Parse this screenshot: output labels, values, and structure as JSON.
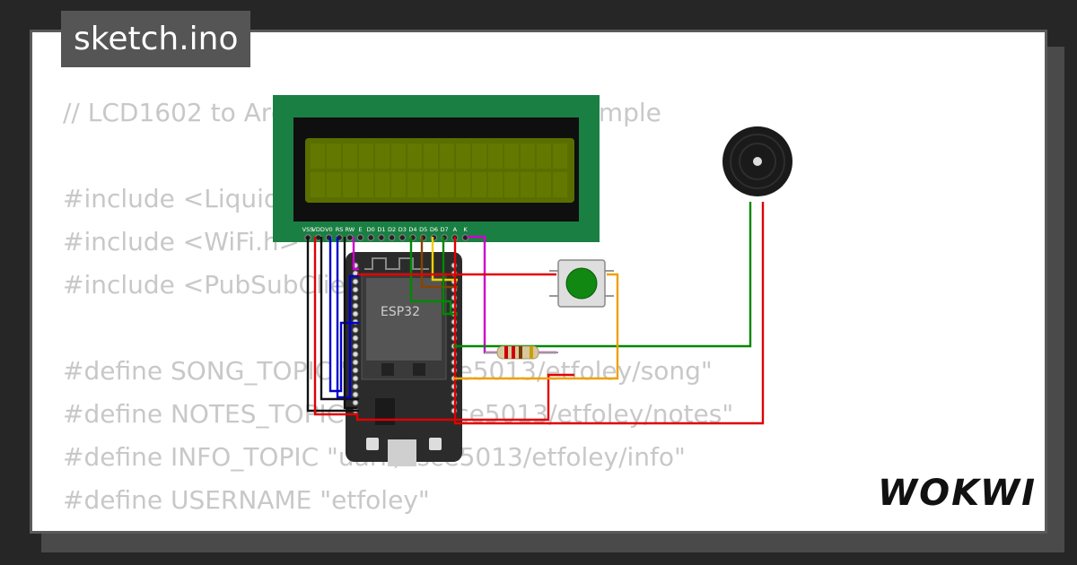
{
  "file_tab": {
    "label": "sketch.ino"
  },
  "code_lines": [
    "// LCD1602 to Arduino Uno connection example",
    "",
    "#include <LiquidCrystal.h>",
    "#include <WiFi.h>",
    "#include <PubSubClient.h>",
    "",
    "#define SONG_TOPIC \"uark/csce5013/etfoley/song\"",
    "#define NOTES_TOPIC \"uark/csce5013/etfoley/notes\"",
    "#define INFO_TOPIC \"uark/csce5013/etfoley/info\"",
    "#define USERNAME \"etfoley\""
  ],
  "lcd": {
    "pin_labels": [
      "VSS",
      "VDD",
      "V0",
      "RS",
      "RW",
      "E",
      "D0",
      "D1",
      "D2",
      "D3",
      "D4",
      "D5",
      "D6",
      "D7",
      "A",
      "K"
    ]
  },
  "esp32": {
    "label": "ESP32"
  },
  "brand": {
    "logo": "WOKWI"
  },
  "colors": {
    "lcd_board": "#1a7f42",
    "lcd_screen": "#5a6e00",
    "esp32_board": "#2b2b2b",
    "button": "#118811",
    "wire_red": "#e00000",
    "wire_green": "#008800",
    "wire_orange": "#f0a000",
    "wire_blue": "#0000cc",
    "wire_magenta": "#cc00cc"
  }
}
